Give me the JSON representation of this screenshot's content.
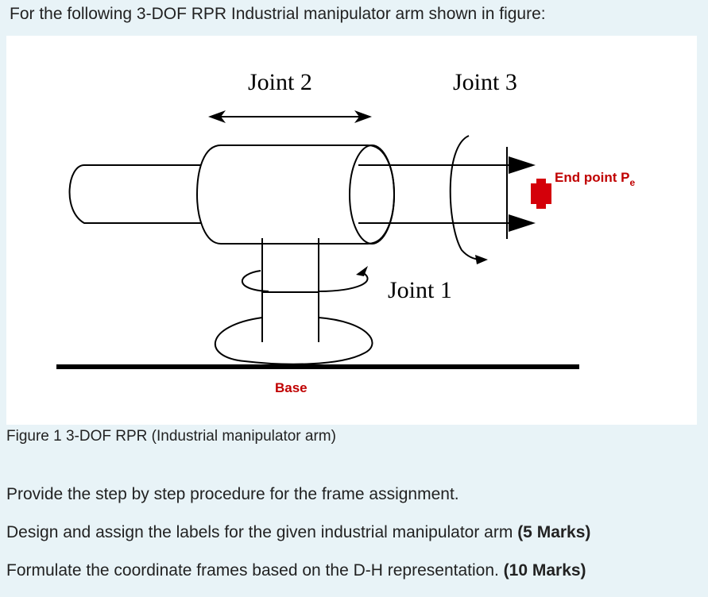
{
  "intro": "For the following 3-DOF RPR Industrial manipulator arm shown in figure:",
  "figure": {
    "joint2_label": "Joint 2",
    "joint3_label": "Joint 3",
    "joint1_label": "Joint 1",
    "end_point_label": "End point P",
    "end_point_subscript": "e",
    "base_label": "Base",
    "end_point_color": "#d4000a",
    "end_label_color": "#c00000"
  },
  "caption": "Figure 1 3-DOF RPR (Industrial manipulator arm)",
  "questions": [
    {
      "text": "Provide the step by step procedure for the frame assignment.",
      "marks": ""
    },
    {
      "text": "Design and assign the labels for the given industrial manipulator arm ",
      "marks": "(5 Marks)"
    },
    {
      "text": "Formulate the coordinate frames based on the D-H representation.  ",
      "marks": "(10 Marks)"
    }
  ]
}
